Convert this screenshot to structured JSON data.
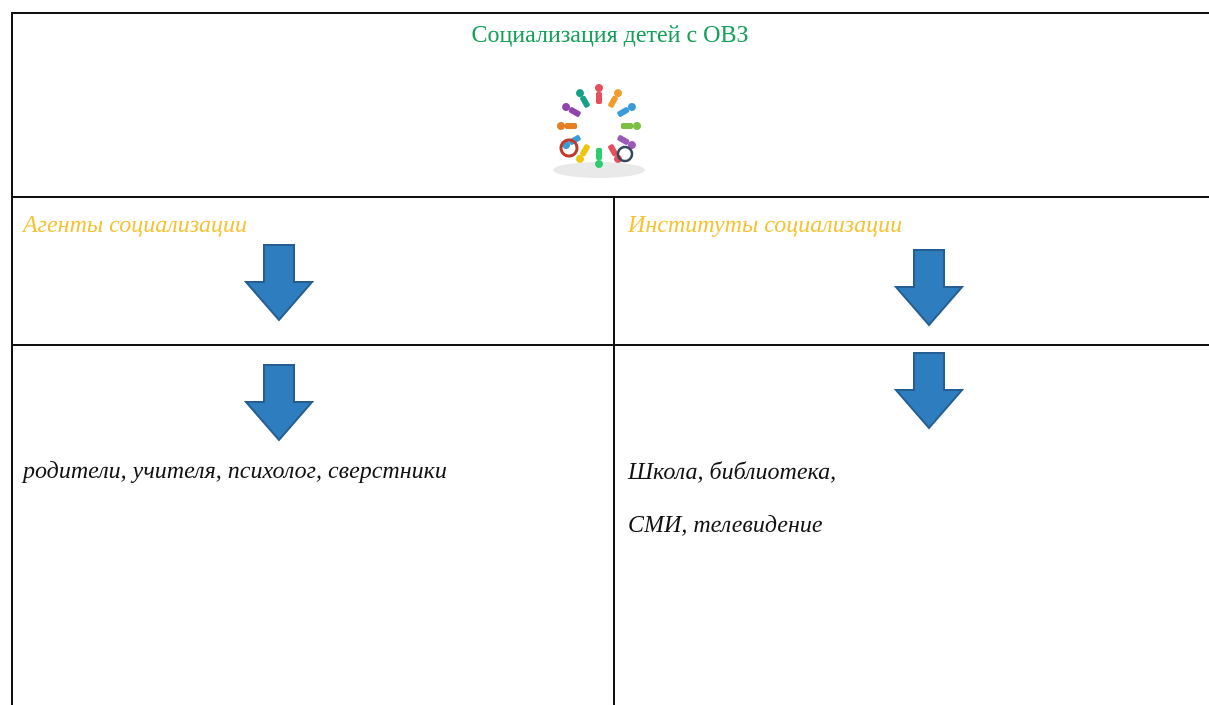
{
  "document": {
    "title": "Социализация детей с ОВЗ",
    "illustration_icon": "children-circle-icon",
    "arrow_icon": "down-arrow-icon",
    "colors": {
      "title": "#16a05a",
      "heading": "#f6c233",
      "arrow_fill": "#2e7dbf",
      "arrow_stroke": "#255f92",
      "text": "#111111",
      "border": "#111111"
    },
    "agents": {
      "heading": "Агенты социализации",
      "items": "родители, учителя, психолог, сверстники"
    },
    "institutes": {
      "heading": "Институты социализации",
      "line1": "Школа, библиотека,",
      "line2": "СМИ, телевидение"
    }
  }
}
